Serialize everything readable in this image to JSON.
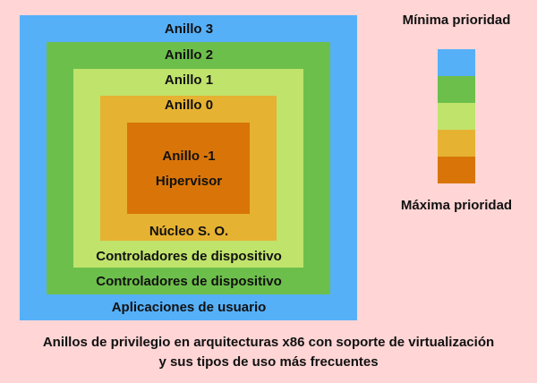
{
  "colors": {
    "ring3": "#55b0f8",
    "ring2": "#6dbf4b",
    "ring1": "#c0e36c",
    "ring0": "#e6b232",
    "ringm1": "#d97508",
    "background": "#ffd5d5"
  },
  "rings": {
    "ring3": "Anillo 3",
    "ring2": "Anillo 2",
    "ring1": "Anillo 1",
    "ring0": "Anillo 0",
    "ringm1": "Anillo -1",
    "hypervisor": "Hipervisor",
    "kernel": "Núcleo S. O.",
    "drivers1": "Controladores de dispositivo",
    "drivers2": "Controladores de dispositivo",
    "apps": "Aplicaciones de usuario"
  },
  "legend": {
    "min": "Mínima prioridad",
    "max": "Máxima prioridad"
  },
  "caption": {
    "line1": "Anillos de privilegio en arquitecturas x86 con soporte de virtualización",
    "line2": "y sus tipos de uso más frecuentes"
  }
}
